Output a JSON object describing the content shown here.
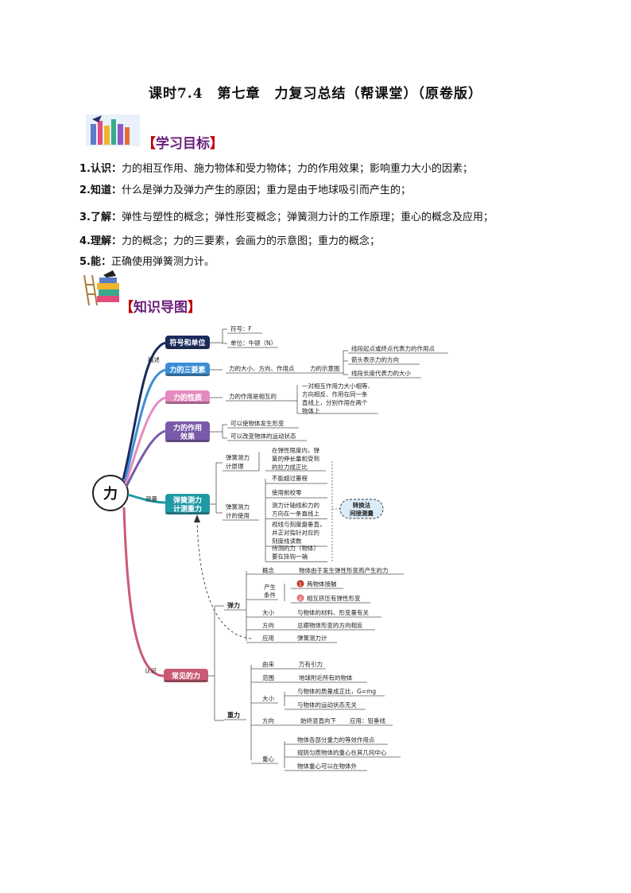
{
  "title": "课时7.4　第七章　力复习总结（帮课堂）（原卷版）",
  "goals": {
    "heading": "学习目标",
    "items": [
      {
        "label": "1.认识：",
        "text": "力的相互作用、施力物体和受力物体；力的作用效果；影响重力大小的因素；"
      },
      {
        "label": "2.知道：",
        "text": "什么是弹力及弹力产生的原因；重力是由于地球吸引而产生的；"
      },
      {
        "label": "3.了解：",
        "text": "弹性与塑性的概念；弹性形变概念；弹簧测力计的工作原理；重心的概念及应用；"
      },
      {
        "label": "4.理解：",
        "text": "力的概念；力的三要素，会画力的示意图；重力的概念；"
      },
      {
        "label": "5.能：",
        "text": "正确使用弹簧测力计。"
      }
    ]
  },
  "map_heading": "知识导图",
  "mindmap": {
    "root": "力",
    "colors": {
      "dark": "#1b2a5c",
      "blue": "#3b8ed6",
      "pink": "#e58bc0",
      "purple": "#7a5aa8",
      "teal": "#1f9aa5",
      "rose": "#c95a73"
    },
    "branch1": {
      "label": "符号和单位",
      "leaves": [
        "符号：F",
        "单位：牛顿（N）"
      ]
    },
    "branch2": {
      "edge": "描述",
      "label": "力的三要素",
      "text": "力的大小、方向、作用点",
      "sub": "力的示意图",
      "leaves": [
        "线段起点或终点代表力的作用点",
        "箭头表示力的方向",
        "线段长度代表力的大小"
      ]
    },
    "branch3": {
      "label": "力的性质",
      "text": "力的作用是相互的",
      "detail": [
        "一对相互作用力大小相等、",
        "方向相反、作用在同一条",
        "直线上，分别作用在两个",
        "物体上"
      ]
    },
    "branch4": {
      "label1": "力的作用",
      "label2": "效果",
      "leaves": [
        "可以使物体发生形变",
        "可以改变物体的运动状态"
      ]
    },
    "branch5": {
      "edge": "测量",
      "label1": "弹簧测力",
      "label2": "计测重力",
      "principle": [
        "弹簧测力",
        "计原理"
      ],
      "principle_text": [
        "在弹性限度内，弹",
        "簧的伸长量和受到",
        "的拉力成正比"
      ],
      "usage": [
        "弹簧测力",
        "计的使用"
      ],
      "usage_items": [
        [
          "不能超过量程"
        ],
        [
          "使用前校零"
        ],
        [
          "测力计轴线和力的",
          "方向在一条直线上"
        ],
        [
          "视线与刻度盘垂直，",
          "并正对指针对应的",
          "刻度线读数"
        ],
        [
          "待测的力（物体）",
          "要在挂钩一端"
        ]
      ],
      "method": [
        "转换法",
        "间接测量"
      ]
    },
    "branch6": {
      "edge": "认识",
      "label": "常见的力",
      "elastic": {
        "label": "弹力",
        "concept": "概念",
        "concept_text": "物体由于发生弹性形变而产生的力",
        "cond": [
          "产生",
          "条件"
        ],
        "cond_items": [
          "两物体接触",
          "相互挤压有弹性形变"
        ],
        "size": "大小",
        "size_text": "与物体的材料、形变量有关",
        "dir": "方向",
        "dir_text": "总跟物体形变的方向相反",
        "app": "应用",
        "app_text": "弹簧测力计"
      },
      "gravity": {
        "label": "重力",
        "origin": "由来",
        "origin_text": "万有引力",
        "range": "范围",
        "range_text": "地球附近所有的物体",
        "size": "大小",
        "size_items": [
          "与物体的质量成正比，G=mg",
          "与物体的运动状态无关"
        ],
        "dir": "方向",
        "dir_text": "始终竖直向下",
        "dir_app": "应用：铅垂线",
        "center": "重心",
        "center_items": [
          "物体各部分重力的等效作用点",
          "规则匀质物体的重心在其几何中心",
          "物体重心可以在物体外"
        ]
      }
    }
  }
}
